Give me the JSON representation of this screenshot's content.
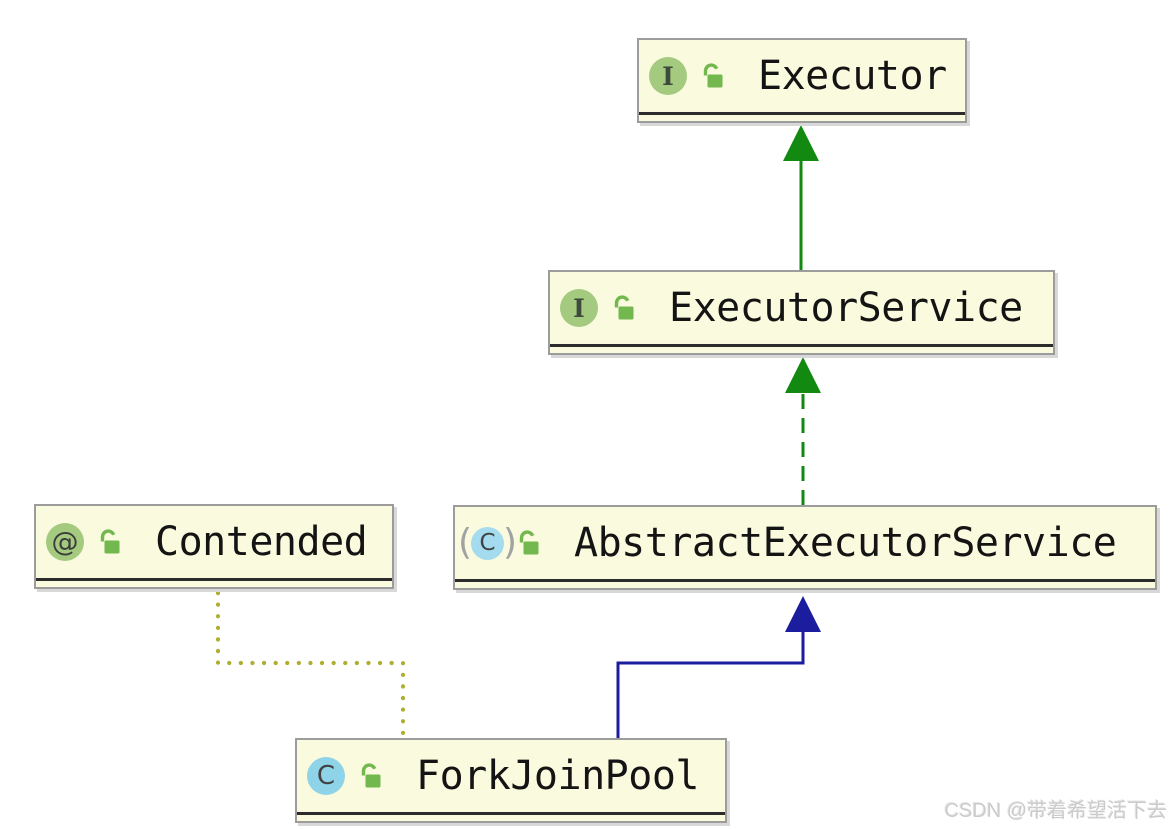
{
  "nodes": {
    "executor": {
      "label": "Executor",
      "badge": "I",
      "kind": "interface",
      "visibility": "public"
    },
    "executor_service": {
      "label": "ExecutorService",
      "badge": "I",
      "kind": "interface",
      "visibility": "public"
    },
    "abstract_executor_service": {
      "label": "AbstractExecutorService",
      "badge": "C",
      "paren_left": "(",
      "paren_right": ")",
      "kind": "abstract-class",
      "visibility": "public"
    },
    "contended": {
      "label": "Contended",
      "badge": "@",
      "kind": "annotation",
      "visibility": "public"
    },
    "fork_join_pool": {
      "label": "ForkJoinPool",
      "badge": "C",
      "kind": "class",
      "visibility": "public"
    }
  },
  "edges": [
    {
      "from": "ExecutorService",
      "to": "Executor",
      "relation": "extends",
      "line": "solid",
      "color": "#128A12"
    },
    {
      "from": "AbstractExecutorService",
      "to": "ExecutorService",
      "relation": "implements",
      "line": "dashed",
      "color": "#128A12"
    },
    {
      "from": "ForkJoinPool",
      "to": "AbstractExecutorService",
      "relation": "extends",
      "line": "solid",
      "color": "#1C1C9E"
    },
    {
      "from": "ForkJoinPool",
      "to": "Contended",
      "relation": "annotated-with",
      "line": "dotted",
      "color": "#AFAE30"
    }
  ],
  "colors": {
    "node_background": "#FAFADE",
    "node_border": "#9C9C9C",
    "separator": "#2C2C2C",
    "interface_icon_green": "#A3CA7E",
    "class_icon_blue": "#8FD3E9",
    "abstract_icon_blue": "#A4DBEE",
    "lock_green": "#72B84E",
    "extends_arrow_green": "#128A12",
    "extends_arrow_blue": "#1C1C9E",
    "annotation_dots_olive": "#AFAE30",
    "label_text": "#141414",
    "watermark_gray": "#CBCBCB"
  },
  "watermark": {
    "text": "CSDN @带着希望活下去"
  }
}
